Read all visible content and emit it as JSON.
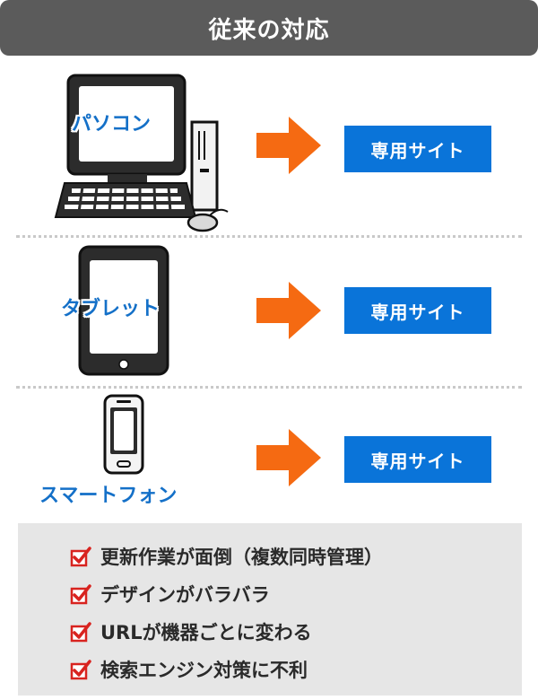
{
  "header": {
    "title": "従来の対応"
  },
  "rows": [
    {
      "device": "パソコン",
      "site": "専用サイト"
    },
    {
      "device": "タブレット",
      "site": "専用サイト"
    },
    {
      "device": "スマートフォン",
      "site": "専用サイト"
    }
  ],
  "issues": [
    "更新作業が面倒（複数同時管理）",
    "デザインがバラバラ",
    "URLが機器ごとに変わる",
    "検索エンジン対策に不利"
  ],
  "colors": {
    "header_bg": "#5b5b5b",
    "accent_blue": "#0a74d9",
    "label_blue": "#1470c8",
    "arrow_orange": "#f56a12",
    "check_red": "#d8231f",
    "issues_bg": "#e6e6e6"
  },
  "icons": [
    "desktop-pc-icon",
    "tablet-icon",
    "smartphone-icon",
    "arrow-right-icon",
    "checkbox-checked-icon"
  ]
}
